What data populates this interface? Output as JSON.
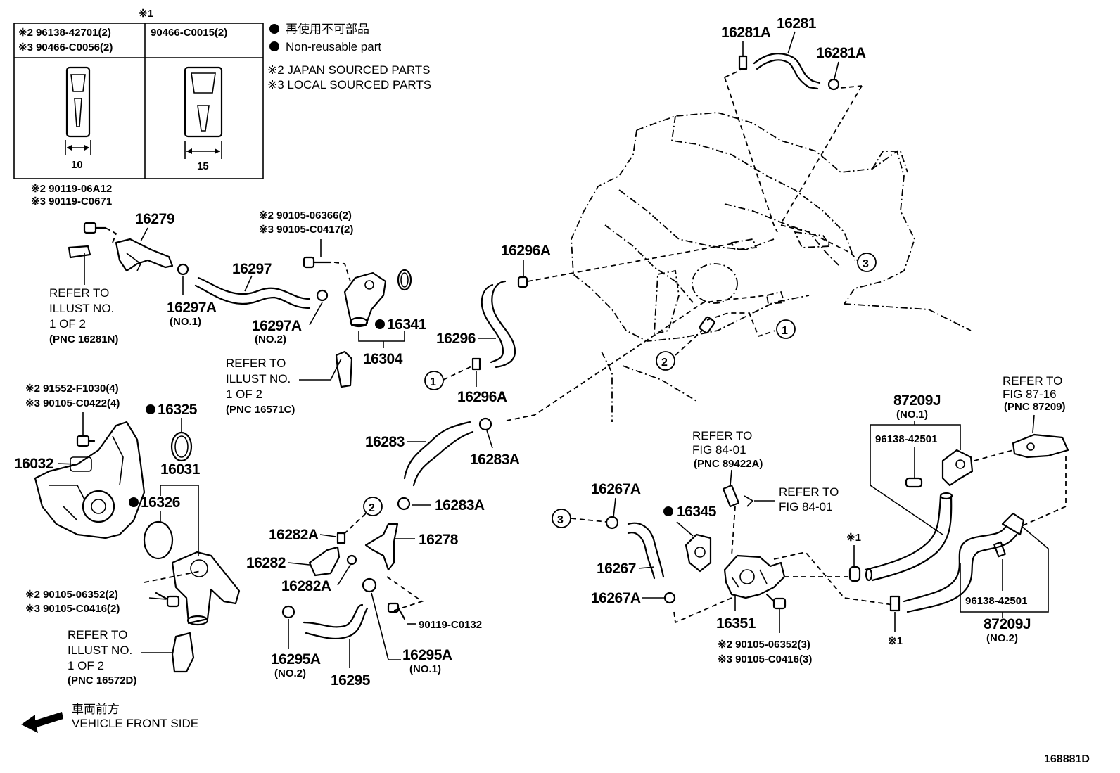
{
  "kit_box": {
    "ref_mark": "※1",
    "col1_line1": "※2 96138-42701(2)",
    "col1_line2": "※3 90466-C0056(2)",
    "col1_dim": "10",
    "col2_line1": "90466-C0015(2)",
    "col2_dim": "15"
  },
  "legend": {
    "jp": "再使用不可部品",
    "en": "Non-reusable part",
    "note2": "※2 JAPAN SOURCED PARTS",
    "note3": "※3 LOCAL SOURCED PARTS"
  },
  "figure_id": "168881D",
  "front": {
    "jp": "車両前方",
    "en": "VEHICLE FRONT SIDE"
  },
  "labels": {
    "p16281A_a": "16281A",
    "p16281": "16281",
    "p16281A_b": "16281A",
    "b_06A12": "※2 90119-06A12",
    "b_C0671": "※3 90119-C0671",
    "p16279": "16279",
    "ref1_l1": "REFER TO",
    "ref1_l2": "ILLUST NO.",
    "ref1_l3": "1 OF 2",
    "ref1_l4": "(PNC 16281N)",
    "p16297": "16297",
    "p16297A_1": "16297A",
    "p16297A_1s": "(NO.1)",
    "p16297A_2": "16297A",
    "p16297A_2s": "(NO.2)",
    "b_06366": "※2 90105-06366(2)",
    "b_C0417": "※3 90105-C0417(2)",
    "p16341": "16341",
    "p16304": "16304",
    "ref2_l1": "REFER TO",
    "ref2_l2": "ILLUST NO.",
    "ref2_l3": "1 OF 2",
    "ref2_l4": "(PNC 16571C)",
    "p16296A_a": "16296A",
    "p16296": "16296",
    "p16296A_b": "16296A",
    "c1": "1",
    "c2": "2",
    "c3": "3",
    "b_F1030": "※2 91552-F1030(4)",
    "b_C0422": "※3 90105-C0422(4)",
    "p16325": "16325",
    "p16032": "16032",
    "p16031": "16031",
    "p16326": "16326",
    "b_06352a": "※2 90105-06352(2)",
    "b_C0416a": "※3 90105-C0416(2)",
    "ref3_l1": "REFER TO",
    "ref3_l2": "ILLUST NO.",
    "ref3_l3": "1 OF 2",
    "ref3_l4": "(PNC 16572D)",
    "p16283": "16283",
    "p16283A_a": "16283A",
    "p16283A_b": "16283A",
    "p16282A_a": "16282A",
    "p16282": "16282",
    "p16282A_b": "16282A",
    "p16278": "16278",
    "b_C0132": "90119-C0132",
    "p16295A_2": "16295A",
    "p16295A_2s": "(NO.2)",
    "p16295": "16295",
    "p16295A_1": "16295A",
    "p16295A_1s": "(NO.1)",
    "ref4_l1": "REFER TO",
    "ref4_l2": "FIG 84-01",
    "ref4_l3": "(PNC 89422A)",
    "ref5_l1": "REFER TO",
    "ref5_l2": "FIG 84-01",
    "p16267A_a": "16267A",
    "p16345": "16345",
    "p16267": "16267",
    "p16267A_b": "16267A",
    "p16351": "16351",
    "b_06352b": "※2 90105-06352(3)",
    "b_C0416b": "※3 90105-C0416(3)",
    "p87209J_1": "87209J",
    "p87209J_1s": "(NO.1)",
    "c_42501a": "96138-42501",
    "ref6_l1": "REFER TO",
    "ref6_l2": "FIG 87-16",
    "ref6_l3": "(PNC 87209)",
    "x1_a": "※1",
    "x1_b": "※1",
    "c_42501b": "96138-42501",
    "p87209J_2": "87209J",
    "p87209J_2s": "(NO.2)"
  }
}
